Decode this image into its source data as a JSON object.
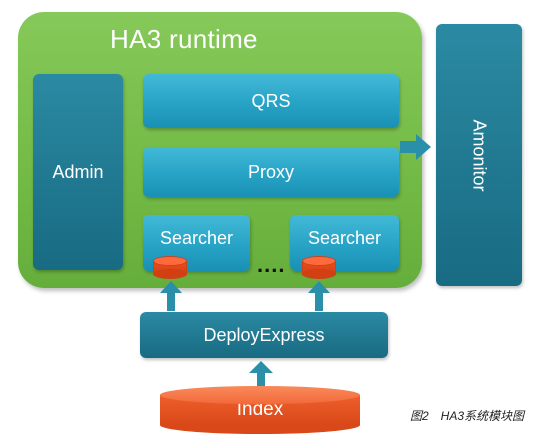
{
  "runtime": {
    "title": "HA3 runtime",
    "modules": {
      "admin": "Admin",
      "qrs": "QRS",
      "proxy": "Proxy",
      "searcher_1": "Searcher",
      "searcher_2": "Searcher",
      "ellipsis": "...."
    }
  },
  "amonitor": "Amonitor",
  "deploy_express": "DeployExpress",
  "index": "Index",
  "caption": "图2　HA3系统模块图",
  "colors": {
    "runtime_green": "#74bb47",
    "module_blue": "#27a3c6",
    "module_dark": "#217a92",
    "arrow": "#2a8fa8",
    "storage_orange": "#ef5f2d"
  },
  "icons": [
    "database-icon",
    "arrow-right-icon",
    "arrow-up-icon"
  ]
}
